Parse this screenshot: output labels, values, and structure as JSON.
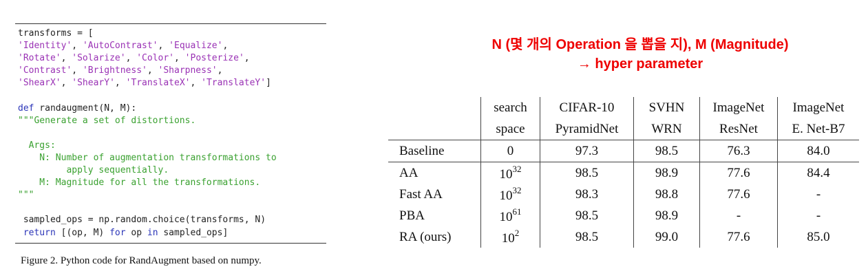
{
  "code_figure": {
    "lines": [
      [
        {
          "t": "transforms = [",
          "c": ""
        }
      ],
      [
        {
          "t": "'Identity'",
          "c": "str"
        },
        {
          "t": ", ",
          "c": ""
        },
        {
          "t": "'AutoContrast'",
          "c": "str"
        },
        {
          "t": ", ",
          "c": ""
        },
        {
          "t": "'Equalize'",
          "c": "str"
        },
        {
          "t": ",",
          "c": ""
        }
      ],
      [
        {
          "t": "'Rotate'",
          "c": "str"
        },
        {
          "t": ", ",
          "c": ""
        },
        {
          "t": "'Solarize'",
          "c": "str"
        },
        {
          "t": ", ",
          "c": ""
        },
        {
          "t": "'Color'",
          "c": "str"
        },
        {
          "t": ", ",
          "c": ""
        },
        {
          "t": "'Posterize'",
          "c": "str"
        },
        {
          "t": ",",
          "c": ""
        }
      ],
      [
        {
          "t": "'Contrast'",
          "c": "str"
        },
        {
          "t": ", ",
          "c": ""
        },
        {
          "t": "'Brightness'",
          "c": "str"
        },
        {
          "t": ", ",
          "c": ""
        },
        {
          "t": "'Sharpness'",
          "c": "str"
        },
        {
          "t": ",",
          "c": ""
        }
      ],
      [
        {
          "t": "'ShearX'",
          "c": "str"
        },
        {
          "t": ", ",
          "c": ""
        },
        {
          "t": "'ShearY'",
          "c": "str"
        },
        {
          "t": ", ",
          "c": ""
        },
        {
          "t": "'TranslateX'",
          "c": "str"
        },
        {
          "t": ", ",
          "c": ""
        },
        {
          "t": "'TranslateY'",
          "c": "str"
        },
        {
          "t": "]",
          "c": ""
        }
      ],
      [
        {
          "t": "",
          "c": ""
        }
      ],
      [
        {
          "t": "def",
          "c": "kw"
        },
        {
          "t": " randaugment(N, M):",
          "c": ""
        }
      ],
      [
        {
          "t": "\"\"\"Generate a set of distortions.",
          "c": "com"
        }
      ],
      [
        {
          "t": "",
          "c": ""
        }
      ],
      [
        {
          "t": "  Args:",
          "c": "com"
        }
      ],
      [
        {
          "t": "    N: Number of augmentation transformations to",
          "c": "com"
        }
      ],
      [
        {
          "t": "         apply sequentially.",
          "c": "com"
        }
      ],
      [
        {
          "t": "    M: Magnitude for all the transformations.",
          "c": "com"
        }
      ],
      [
        {
          "t": "\"\"\"",
          "c": "com"
        }
      ],
      [
        {
          "t": "",
          "c": ""
        }
      ],
      [
        {
          "t": " sampled_ops = np.random.choice(transforms, N)",
          "c": ""
        }
      ],
      [
        {
          "t": " ",
          "c": ""
        },
        {
          "t": "return",
          "c": "kw"
        },
        {
          "t": " [(op, M) ",
          "c": ""
        },
        {
          "t": "for",
          "c": "kw"
        },
        {
          "t": " op ",
          "c": ""
        },
        {
          "t": "in",
          "c": "kw"
        },
        {
          "t": " sampled_ops]",
          "c": ""
        }
      ]
    ],
    "caption": "Figure 2. Python code for RandAugment based on numpy."
  },
  "annotation": {
    "line1": "N (몇 개의 Operation 을 뽑을 지), M (Magnitude)",
    "line2": "→ hyper parameter"
  },
  "table": {
    "header_row1": [
      "",
      "search",
      "CIFAR-10",
      "SVHN",
      "ImageNet",
      "ImageNet"
    ],
    "header_row2": [
      "",
      "space",
      "PyramidNet",
      "WRN",
      "ResNet",
      "E. Net-B7"
    ],
    "rows": [
      {
        "method": "Baseline",
        "space_base": "0",
        "space_exp": "",
        "cifar": "97.3",
        "svhn": "98.5",
        "resnet": "76.3",
        "effnet": "84.0"
      },
      {
        "method": "AA",
        "space_base": "10",
        "space_exp": "32",
        "cifar": "98.5",
        "svhn": "98.9",
        "resnet": "77.6",
        "effnet": "84.4"
      },
      {
        "method": "Fast AA",
        "space_base": "10",
        "space_exp": "32",
        "cifar": "98.3",
        "svhn": "98.8",
        "resnet": "77.6",
        "effnet": "-"
      },
      {
        "method": "PBA",
        "space_base": "10",
        "space_exp": "61",
        "cifar": "98.5",
        "svhn": "98.9",
        "resnet": "-",
        "effnet": "-"
      },
      {
        "method": "RA (ours)",
        "space_base": "10",
        "space_exp": "2",
        "cifar": "98.5",
        "svhn": "99.0",
        "resnet": "77.6",
        "effnet": "85.0"
      }
    ]
  },
  "colors": {
    "annotation": "#ee0000",
    "string": "#9a32b5",
    "keyword": "#2b35b8",
    "comment": "#3aa130"
  }
}
